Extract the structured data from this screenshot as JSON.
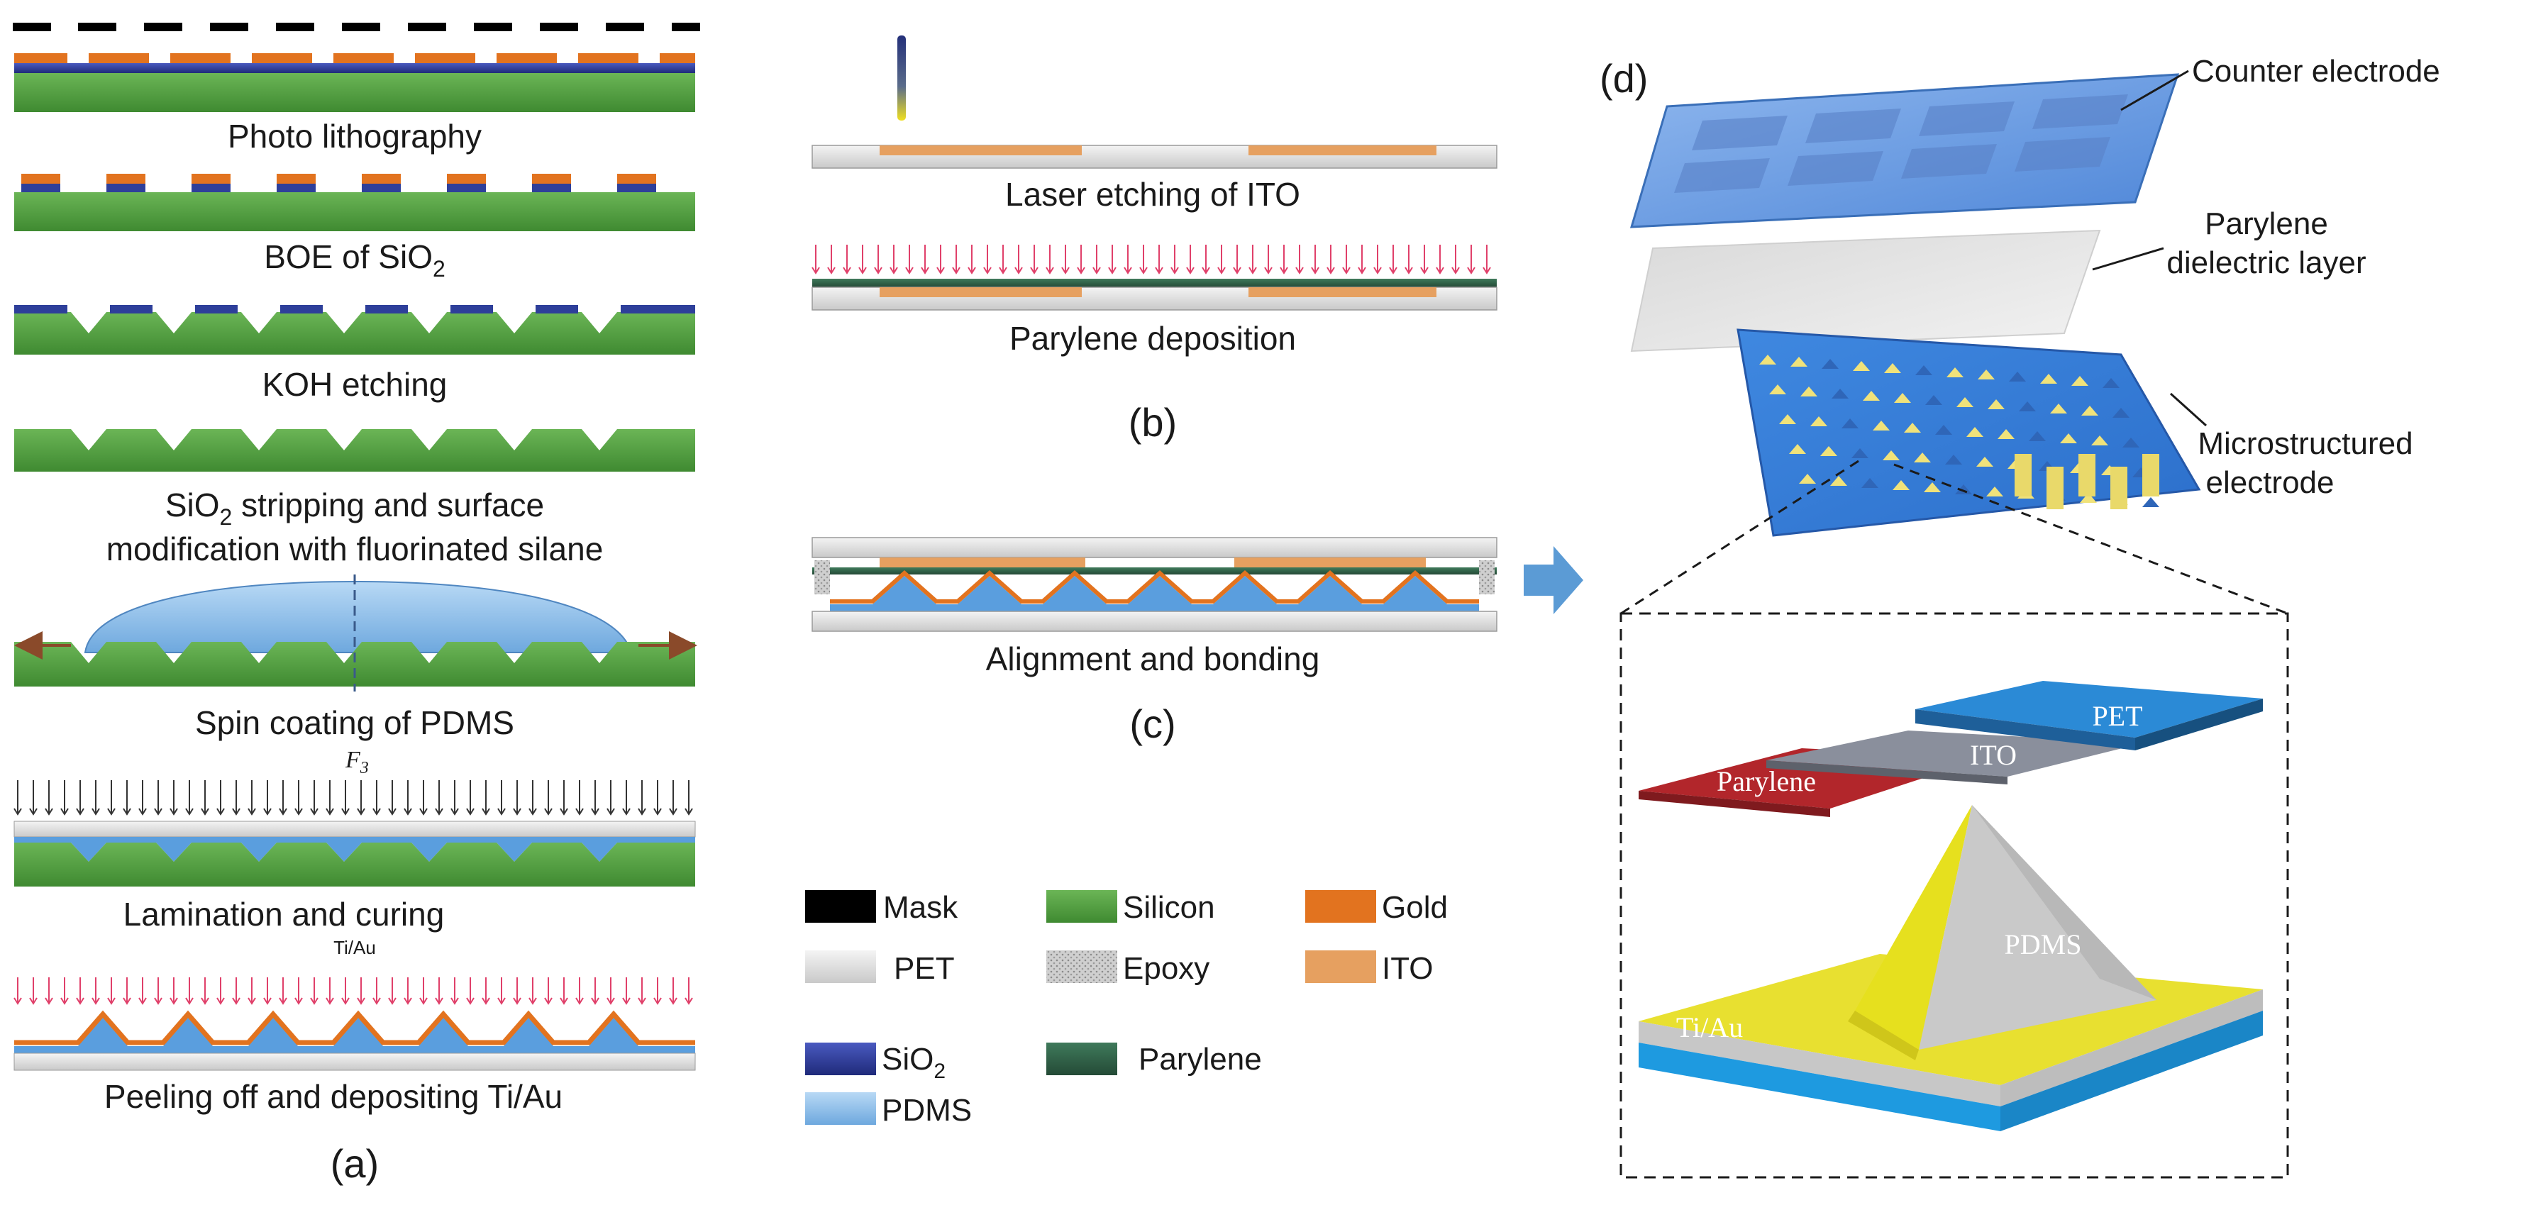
{
  "panel_a": {
    "label": "(a)",
    "steps": [
      {
        "text": "Photo lithography"
      },
      {
        "text": "BOE of SiO",
        "sub": "2"
      },
      {
        "text": "KOH etching"
      },
      {
        "line1_a": "SiO",
        "line1_sub": "2",
        "line1_b": " stripping and surface",
        "line2": "modification with fluorinated silane"
      },
      {
        "text": "Spin coating of PDMS"
      },
      {
        "text": "Lamination and curing"
      },
      {
        "text": "Peeling off and depositing Ti/Au"
      }
    ],
    "force_label": "F",
    "force_sub": "3",
    "tiau_small": "Ti/Au"
  },
  "panel_b": {
    "label": "(b)",
    "steps": [
      "Laser etching of ITO",
      "Parylene deposition"
    ]
  },
  "panel_c": {
    "label": "(c)",
    "steps": [
      "Alignment and bonding"
    ]
  },
  "panel_d": {
    "label": "(d)",
    "callouts": {
      "counter": "Counter electrode",
      "parylene_1": "Parylene",
      "parylene_2": "dielectric layer",
      "micro_1": "Microstructured",
      "micro_2": "electrode"
    },
    "inset": {
      "pet": "PET",
      "ito": "ITO",
      "parylene": "Parylene",
      "pdms": "PDMS",
      "tiau": "Ti/Au"
    }
  },
  "legend": [
    {
      "key": "mask",
      "label": "Mask",
      "color": "#000000"
    },
    {
      "key": "silicon",
      "label": "Silicon",
      "color": "#4f9a3e"
    },
    {
      "key": "gold",
      "label": "Gold",
      "color": "#e2731f"
    },
    {
      "key": "pet",
      "label": "PET",
      "color": "#d8d8d8"
    },
    {
      "key": "epoxy",
      "label": "Epoxy",
      "color": "#b5b5b5"
    },
    {
      "key": "ito",
      "label": "ITO",
      "color": "#e8a466"
    },
    {
      "key": "sio2",
      "label": "SiO",
      "sub": "2",
      "color": "#2e3f9a"
    },
    {
      "key": "parylene",
      "label": "Parylene",
      "color": "#2e5d44"
    },
    {
      "key": "pdms",
      "label": "PDMS",
      "color": "#6faee6"
    }
  ],
  "colors": {
    "silicon": "#5aa545",
    "silicon_dark": "#3f7d30",
    "sio2": "#2e3f9a",
    "gold": "#e2731f",
    "ito": "#e6a060",
    "pet": "#e2e2e2",
    "pdms": "#86bdea",
    "parylene": "#2e5d44",
    "arrow_pink": "#e0406a",
    "arrow_blue": "#5b9bd5",
    "brown": "#8a4a2a"
  }
}
